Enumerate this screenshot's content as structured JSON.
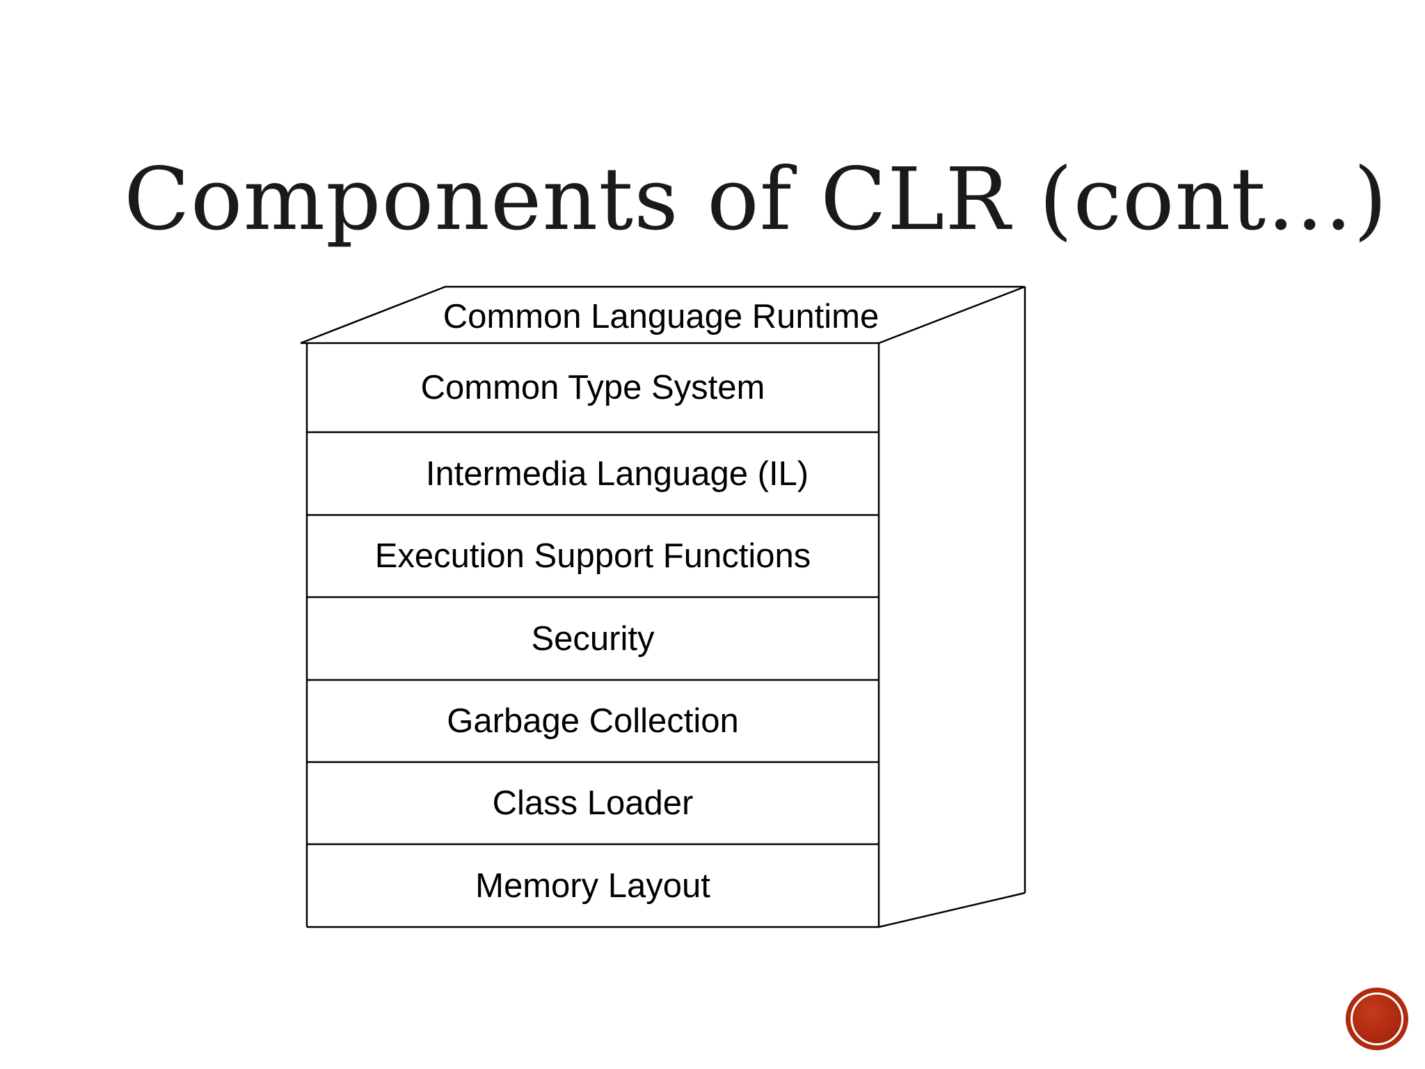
{
  "slide": {
    "title": "Components of CLR (cont…)"
  },
  "diagram": {
    "container_label": "Common Language Runtime",
    "layers": [
      "Common Type System",
      "Intermedia Language (IL)",
      "Execution Support Functions",
      "Security",
      "Garbage Collection",
      "Class Loader",
      "Memory Layout"
    ]
  },
  "colors": {
    "accent": "#b02a10",
    "line": "#000000",
    "text": "#000000"
  },
  "icons": {
    "nav_button": "red-circle-button-icon"
  }
}
